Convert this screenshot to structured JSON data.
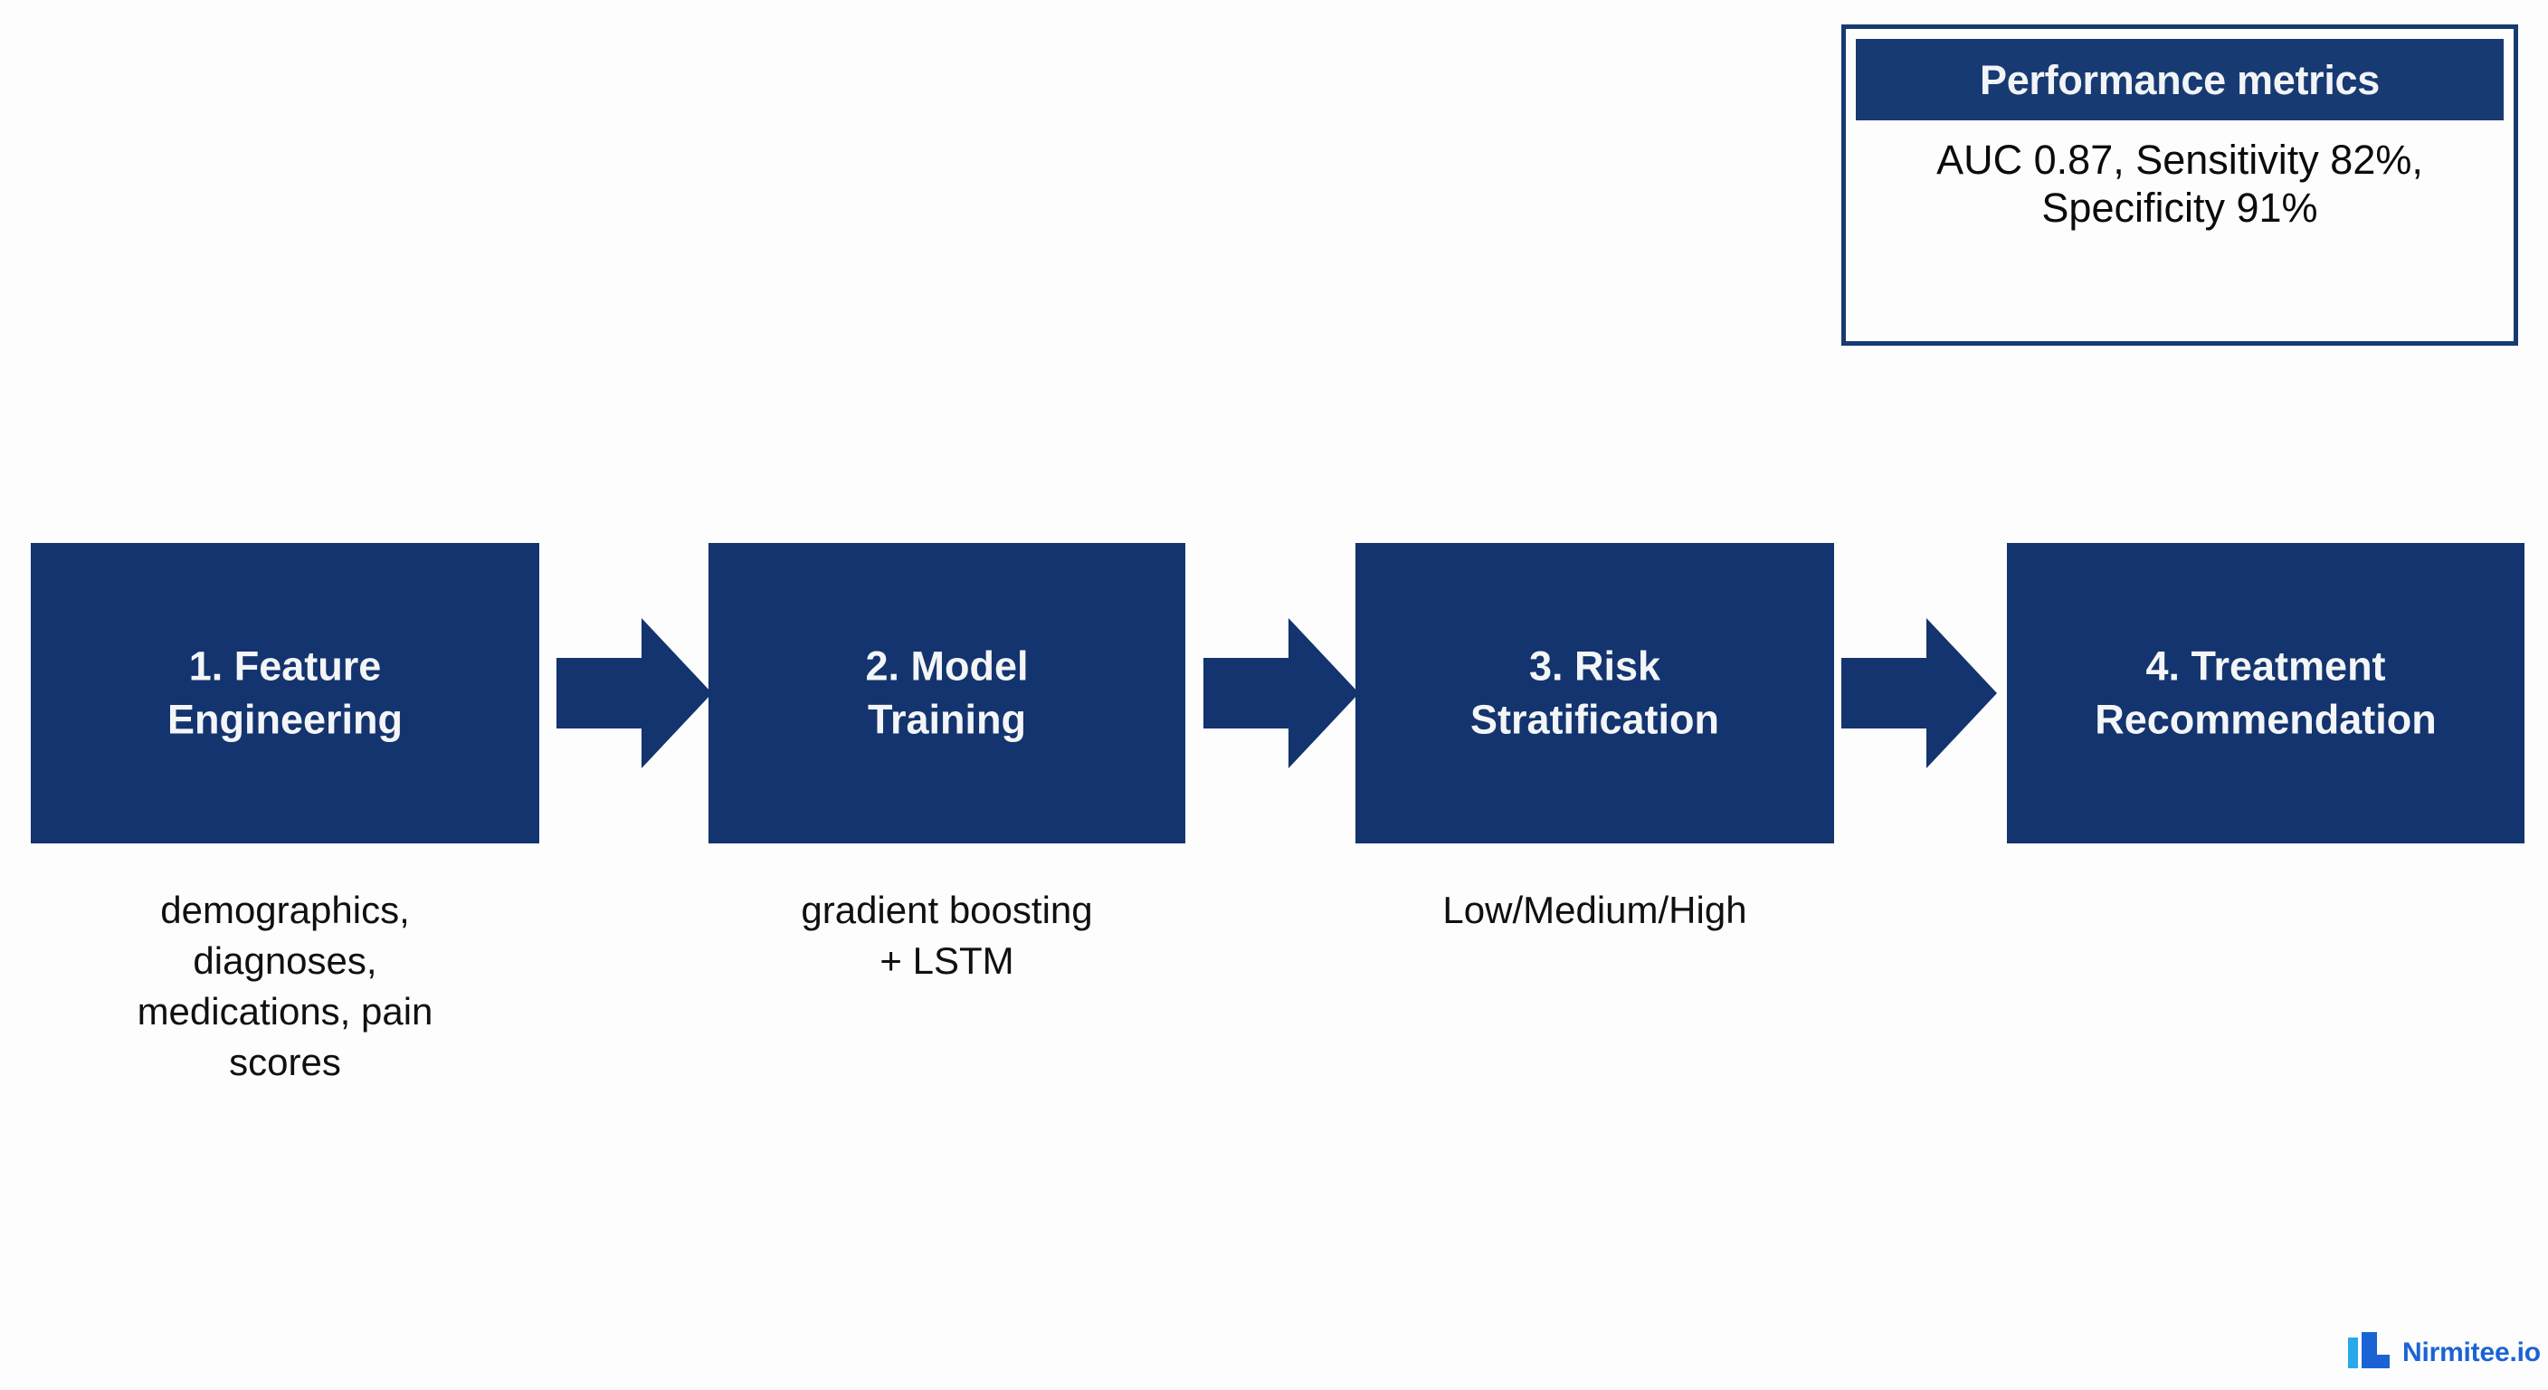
{
  "background_color": "#fdfdfd",
  "theme": {
    "navy": "#13346e",
    "navy_border": "#173a72",
    "text_dark": "#101010",
    "text_light": "#f4f5f7",
    "logo_blue": "#1b63d4",
    "logo_cyan": "#29a9ea"
  },
  "metrics_callout": {
    "title": "Performance metrics",
    "body": "AUC 0.87, Sensitivity\n82%, Specificity 91%",
    "auc": "0.87",
    "sensitivity": "82%",
    "specificity": "91%"
  },
  "pipeline": {
    "stages": [
      {
        "number": "1.",
        "title": "1. Feature\nEngineering",
        "caption": "demographics,\ndiagnoses,\nmedications, pain\nscores"
      },
      {
        "number": "2.",
        "title": "2. Model\nTraining",
        "caption": "gradient boosting\n+ LSTM"
      },
      {
        "number": "3.",
        "title": "3. Risk\nStratification",
        "caption": "Low/Medium/High"
      },
      {
        "number": "4.",
        "title": "4. Treatment\nRecommendation",
        "caption": ""
      }
    ],
    "connectors": [
      {
        "icon": "right-arrow-icon"
      },
      {
        "icon": "right-arrow-icon"
      },
      {
        "icon": "right-arrow-icon"
      }
    ]
  },
  "branding": {
    "wordmark": "Nirmitee.io",
    "mark_icon": "nirmitee-logo-icon"
  }
}
